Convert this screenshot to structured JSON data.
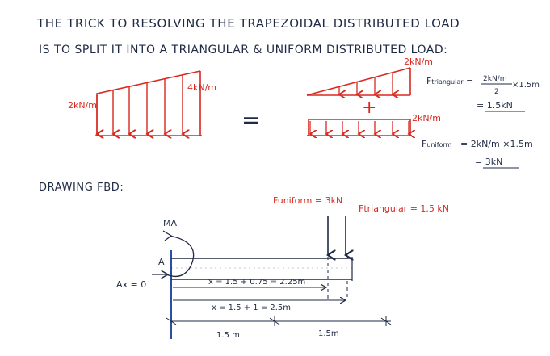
{
  "title": {
    "line1": "THE TRICK TO RESOLVING THE TRAPEZOIDAL DISTRIBUTED LOAD",
    "line2": "IS TO SPLIT IT INTO A TRIANGULAR & UNIFORM DISTRIBUTED LOAD:"
  },
  "split": {
    "trapezoid_left_label": "2kN/m",
    "trapezoid_right_label": "4kN/m",
    "equals": "=",
    "plus": "+",
    "triangle_top_label": "2kN/m",
    "uniform_label": "2kN/m",
    "triangle_eq_lhs": "F",
    "triangle_eq_sub": "triangular",
    "triangle_eq_num": "2kN/m",
    "triangle_eq_den": "2",
    "triangle_eq_mult": "×1.5m",
    "triangle_eq_result": "= 1.5kN",
    "uniform_eq_lhs": "F",
    "uniform_eq_sub": "uniform",
    "uniform_eq_rhs": "= 2kN/m ×1.5m",
    "uniform_eq_result": "= 3kN"
  },
  "fbd": {
    "heading": "DRAWING FBD:",
    "moment_label": "MA",
    "support_label": "A",
    "ax_label": "Ax = 0",
    "force_uniform_label": "Funiform = 3kN",
    "force_triangular_label": "Ftriangular = 1.5 kN",
    "dim1": "x = 1.5 + 0.75 = 2.25m",
    "dim2": "x = 1.5 + 1 = 2.5m",
    "seg1": "1.5 m",
    "seg2": "1.5m"
  },
  "colors": {
    "ink": "#1f2a44",
    "red": "#d9281f",
    "blue": "#2b4fa0"
  }
}
